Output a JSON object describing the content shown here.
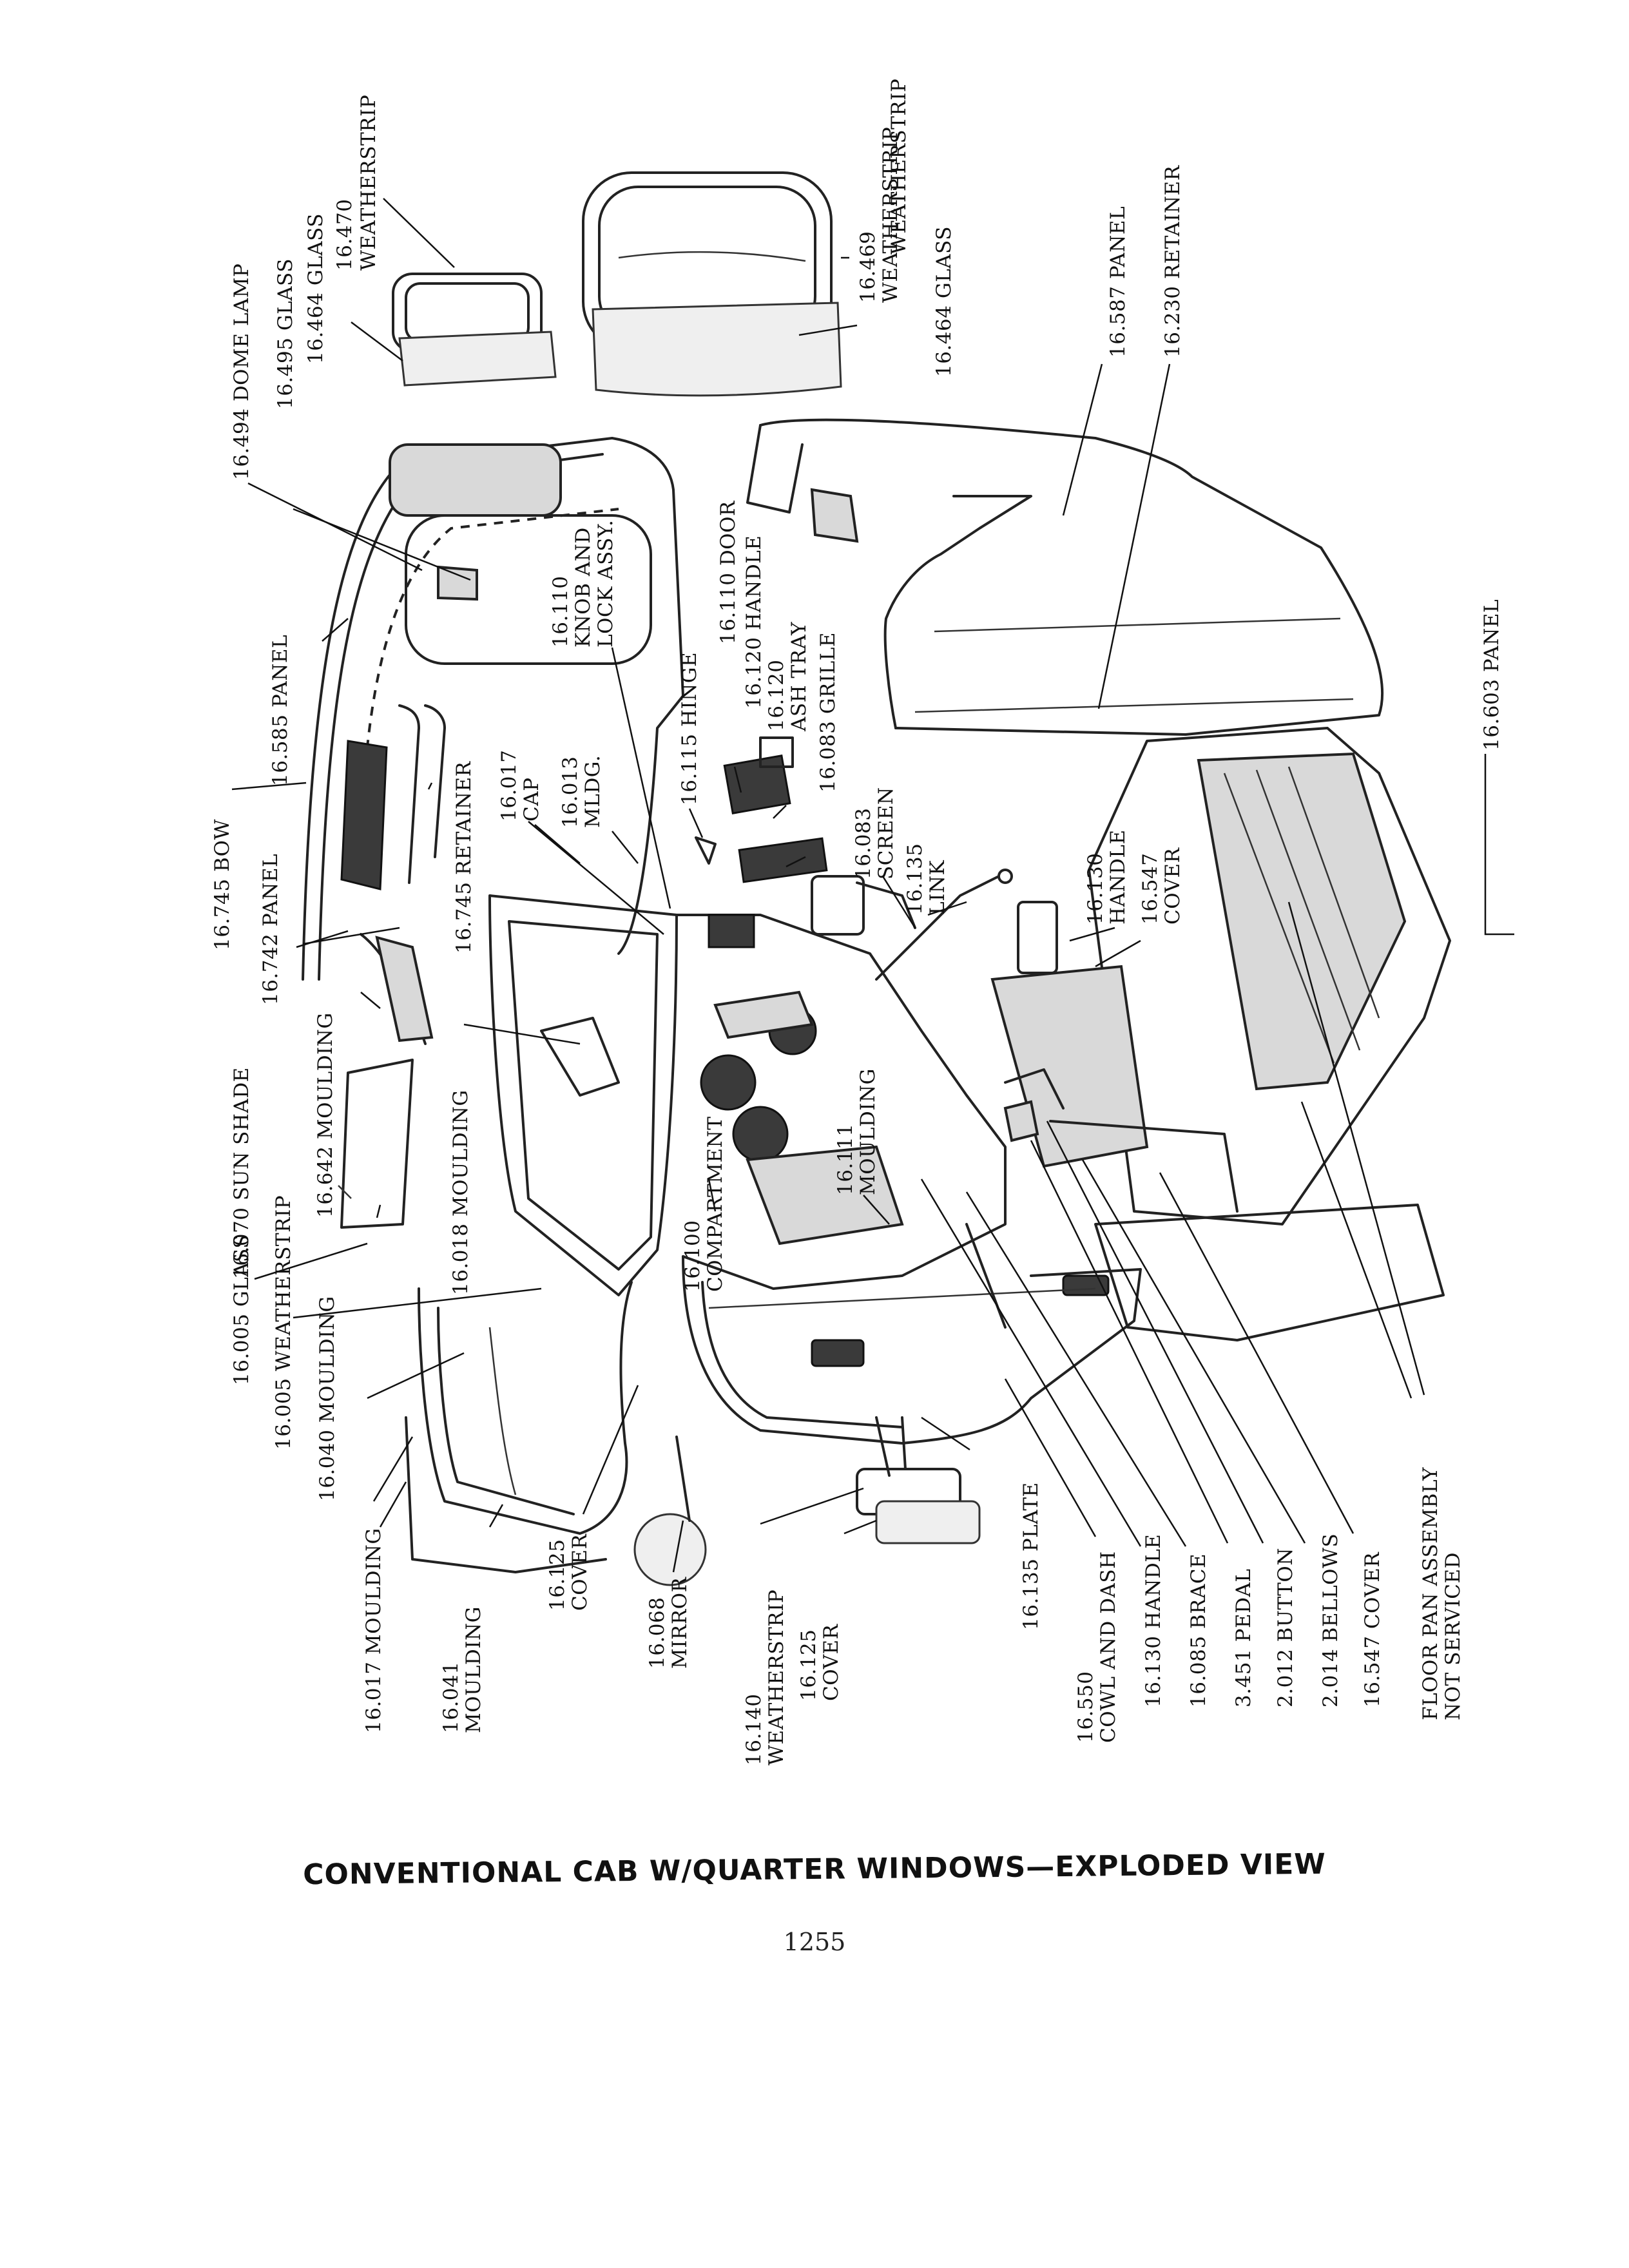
{
  "caption": "CONVENTIONAL CAB W/QUARTER WINDOWS—EXPLODED VIEW",
  "page_number": "1255",
  "labels": [
    {
      "id": "l01",
      "text": "16.470"
    },
    {
      "id": "l02",
      "text": "WEATHERSTRIP"
    },
    {
      "id": "l03",
      "text": "16.494 DOME LAMP"
    },
    {
      "id": "l04",
      "text": "16.495 GLASS"
    },
    {
      "id": "l05",
      "text": "16.464 GLASS"
    },
    {
      "id": "l06",
      "text": "WEATHERSTRIP"
    },
    {
      "id": "l07",
      "text": "16.469"
    },
    {
      "id": "l08",
      "text": "WEATHERSTRIP"
    },
    {
      "id": "l09",
      "text": "16.464 GLASS"
    },
    {
      "id": "l10",
      "text": "16.587 PANEL"
    },
    {
      "id": "l11",
      "text": "16.230 RETAINER"
    },
    {
      "id": "l12",
      "text": "16.110 DOOR"
    },
    {
      "id": "l13",
      "text": "16.110"
    },
    {
      "id": "l14",
      "text": "KNOB AND"
    },
    {
      "id": "l15",
      "text": "LOCK ASSY."
    },
    {
      "id": "l16",
      "text": "16.120 HANDLE"
    },
    {
      "id": "l17",
      "text": "16.120"
    },
    {
      "id": "l18",
      "text": "ASH TRAY"
    },
    {
      "id": "l19",
      "text": "16.083 GRILLE"
    },
    {
      "id": "l20",
      "text": "16.115 HINGE"
    },
    {
      "id": "l21",
      "text": "16.083"
    },
    {
      "id": "l22",
      "text": "SCREEN"
    },
    {
      "id": "l23",
      "text": "16.135"
    },
    {
      "id": "l24",
      "text": "LINK"
    },
    {
      "id": "l25",
      "text": "16.130"
    },
    {
      "id": "l26",
      "text": "HANDLE"
    },
    {
      "id": "l27",
      "text": "16.547"
    },
    {
      "id": "l28",
      "text": "COVER"
    },
    {
      "id": "l29",
      "text": "16.603 PANEL"
    },
    {
      "id": "l30",
      "text": "16.585 PANEL"
    },
    {
      "id": "l31",
      "text": "16.745 BOW"
    },
    {
      "id": "l32",
      "text": "16.745 RETAINER"
    },
    {
      "id": "l33",
      "text": "16.017"
    },
    {
      "id": "l34",
      "text": "CAP"
    },
    {
      "id": "l35",
      "text": "16.013"
    },
    {
      "id": "l36",
      "text": "MLDG."
    },
    {
      "id": "l37",
      "text": "16.742 PANEL"
    },
    {
      "id": "l38",
      "text": "16.642 MOULDING"
    },
    {
      "id": "l39",
      "text": "16.070 SUN SHADE"
    },
    {
      "id": "l40",
      "text": "16.018 MOULDING"
    },
    {
      "id": "l41",
      "text": "16.100"
    },
    {
      "id": "l42",
      "text": "COMPARTMENT"
    },
    {
      "id": "l43",
      "text": "16.111"
    },
    {
      "id": "l44",
      "text": "MOULDING"
    },
    {
      "id": "l45",
      "text": "16.005 GLASS"
    },
    {
      "id": "l46",
      "text": "16.005 WEATHERSTRIP"
    },
    {
      "id": "l47",
      "text": "16.040 MOULDING"
    },
    {
      "id": "l48",
      "text": "16.017 MOULDING"
    },
    {
      "id": "l49",
      "text": "16.041"
    },
    {
      "id": "l50",
      "text": "MOULDING"
    },
    {
      "id": "l51",
      "text": "16.125"
    },
    {
      "id": "l52",
      "text": "COVER"
    },
    {
      "id": "l53",
      "text": "16.068"
    },
    {
      "id": "l54",
      "text": "MIRROR"
    },
    {
      "id": "l55",
      "text": "16.140"
    },
    {
      "id": "l56",
      "text": "WEATHERSTRIP"
    },
    {
      "id": "l57",
      "text": "16.125"
    },
    {
      "id": "l58",
      "text": "COVER"
    },
    {
      "id": "l59",
      "text": "16.135 PLATE"
    },
    {
      "id": "l60",
      "text": "16.550"
    },
    {
      "id": "l61",
      "text": "COWL AND DASH"
    },
    {
      "id": "l62",
      "text": "16.130 HANDLE"
    },
    {
      "id": "l63",
      "text": "16.085 BRACE"
    },
    {
      "id": "l64",
      "text": "3.451 PEDAL"
    },
    {
      "id": "l65",
      "text": "2.012 BUTTON"
    },
    {
      "id": "l66",
      "text": "2.014 BELLOWS"
    },
    {
      "id": "l67",
      "text": "16.547 COVER"
    },
    {
      "id": "l68",
      "text": "FLOOR PAN ASSEMBLY"
    },
    {
      "id": "l69",
      "text": "NOT SERVICED"
    }
  ]
}
